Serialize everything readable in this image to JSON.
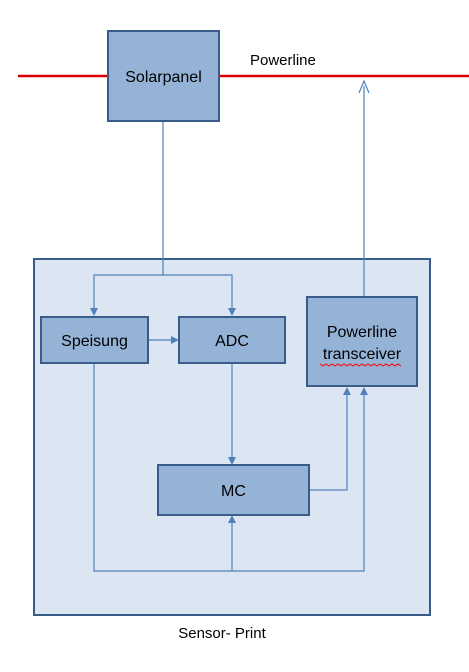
{
  "colors": {
    "box_fill": "#95b3d7",
    "box_border": "#385d8a",
    "board_fill": "#dce6f2",
    "connector": "#4f81bd",
    "powerline": "#e00000"
  },
  "powerline": {
    "label": "Powerline"
  },
  "solar": {
    "label": "Solarpanel"
  },
  "board": {
    "label": "Sensor- Print"
  },
  "nodes": {
    "speisung": "Speisung",
    "adc": "ADC",
    "mc": "MC",
    "transceiver_line1": "Powerline",
    "transceiver_line2": "transceiver"
  }
}
